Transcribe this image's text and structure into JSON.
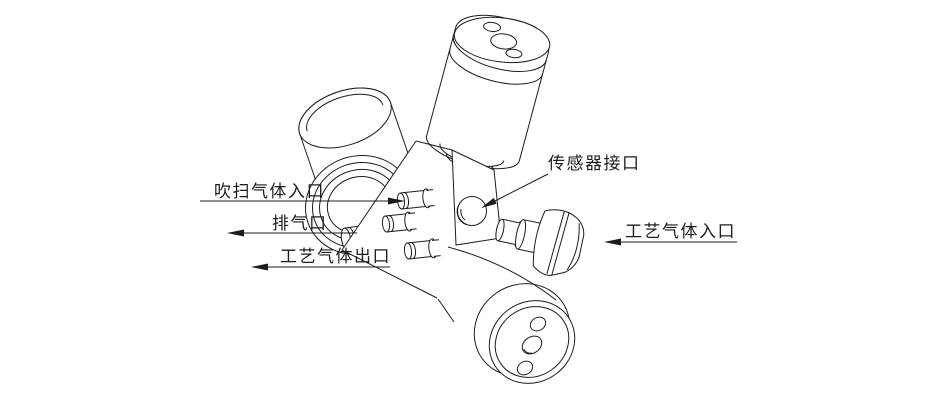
{
  "page": {
    "background": "#ffffff"
  },
  "drawing": {
    "stroke_color": "#1c1c1c",
    "labels": {
      "purge_gas_inlet": "吹扫气体入口",
      "exhaust_port": "排气口",
      "process_gas_outlet": "工艺气体出口",
      "sensor_port": "传感器接口",
      "process_gas_inlet": "工艺气体入口"
    }
  }
}
